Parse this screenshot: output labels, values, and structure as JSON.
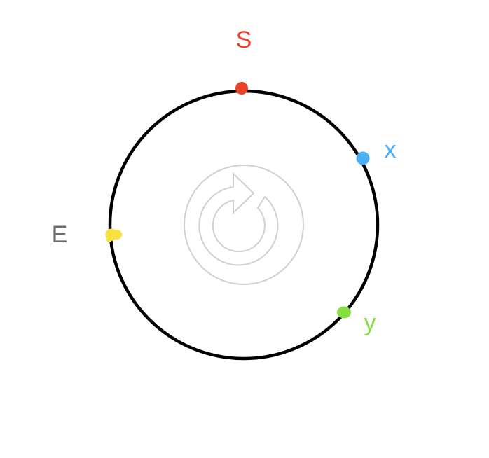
{
  "puzzle": {
    "points": [
      {
        "id": "S",
        "label": "S",
        "color": "#E8432A"
      },
      {
        "id": "x",
        "label": "x",
        "color": "#4AAEF5"
      },
      {
        "id": "y",
        "label": "y",
        "color": "#84E040"
      },
      {
        "id": "E",
        "label": "E",
        "color": "#6B6B6B",
        "marker_color": "#F8E040"
      }
    ],
    "ring_color": "#000000",
    "reset_icon_color": "#D0D0D0"
  }
}
